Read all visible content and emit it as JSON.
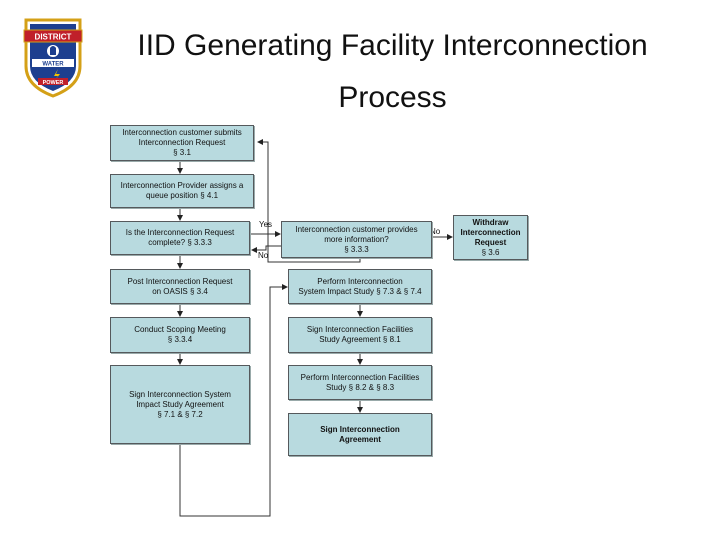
{
  "title": "IID Generating Facility Interconnection Process",
  "logo": {
    "top_text": "DISTRICT",
    "mid_text": "WATER",
    "bottom_text": "POWER"
  },
  "nodes": {
    "submit": {
      "line1": "Interconnection customer submits",
      "line2": "Interconnection Request",
      "line3": "§ 3.1"
    },
    "queue": {
      "line1": "Interconnection Provider assigns a",
      "line2": "queue position § 4.1"
    },
    "complete": {
      "line1": "Is the Interconnection Request",
      "line2": "complete? § 3.3.3"
    },
    "provide_info": {
      "line1": "Interconnection customer provides",
      "line2": "more information?",
      "line3": "§ 3.3.3"
    },
    "withdraw": {
      "line1": "Withdraw",
      "line2": "Interconnection",
      "line3": "Request",
      "line4": "§ 3.6"
    },
    "post_oasis": {
      "line1": "Post Interconnection Request",
      "line2": "on OASIS § 3.4"
    },
    "scoping": {
      "line1": "Conduct Scoping Meeting",
      "line2": "§ 3.3.4"
    },
    "sign_sis": {
      "line1": "Sign Interconnection System",
      "line2": "Impact Study Agreement",
      "line3": "§ 7.1 & § 7.2"
    },
    "perform_sis": {
      "line1": "Perform Interconnection",
      "line2": "System Impact Study § 7.3 & § 7.4"
    },
    "sign_fs": {
      "line1": "Sign Interconnection Facilities",
      "line2": "Study Agreement § 8.1"
    },
    "perform_fs": {
      "line1": "Perform Interconnection Facilities",
      "line2": "Study § 8.2 & § 8.3"
    },
    "sign_ia": {
      "line1": "Sign Interconnection",
      "line2": "Agreement"
    }
  },
  "edge_labels": {
    "yes": "Yes",
    "no_right": "No",
    "no_down": "No"
  }
}
